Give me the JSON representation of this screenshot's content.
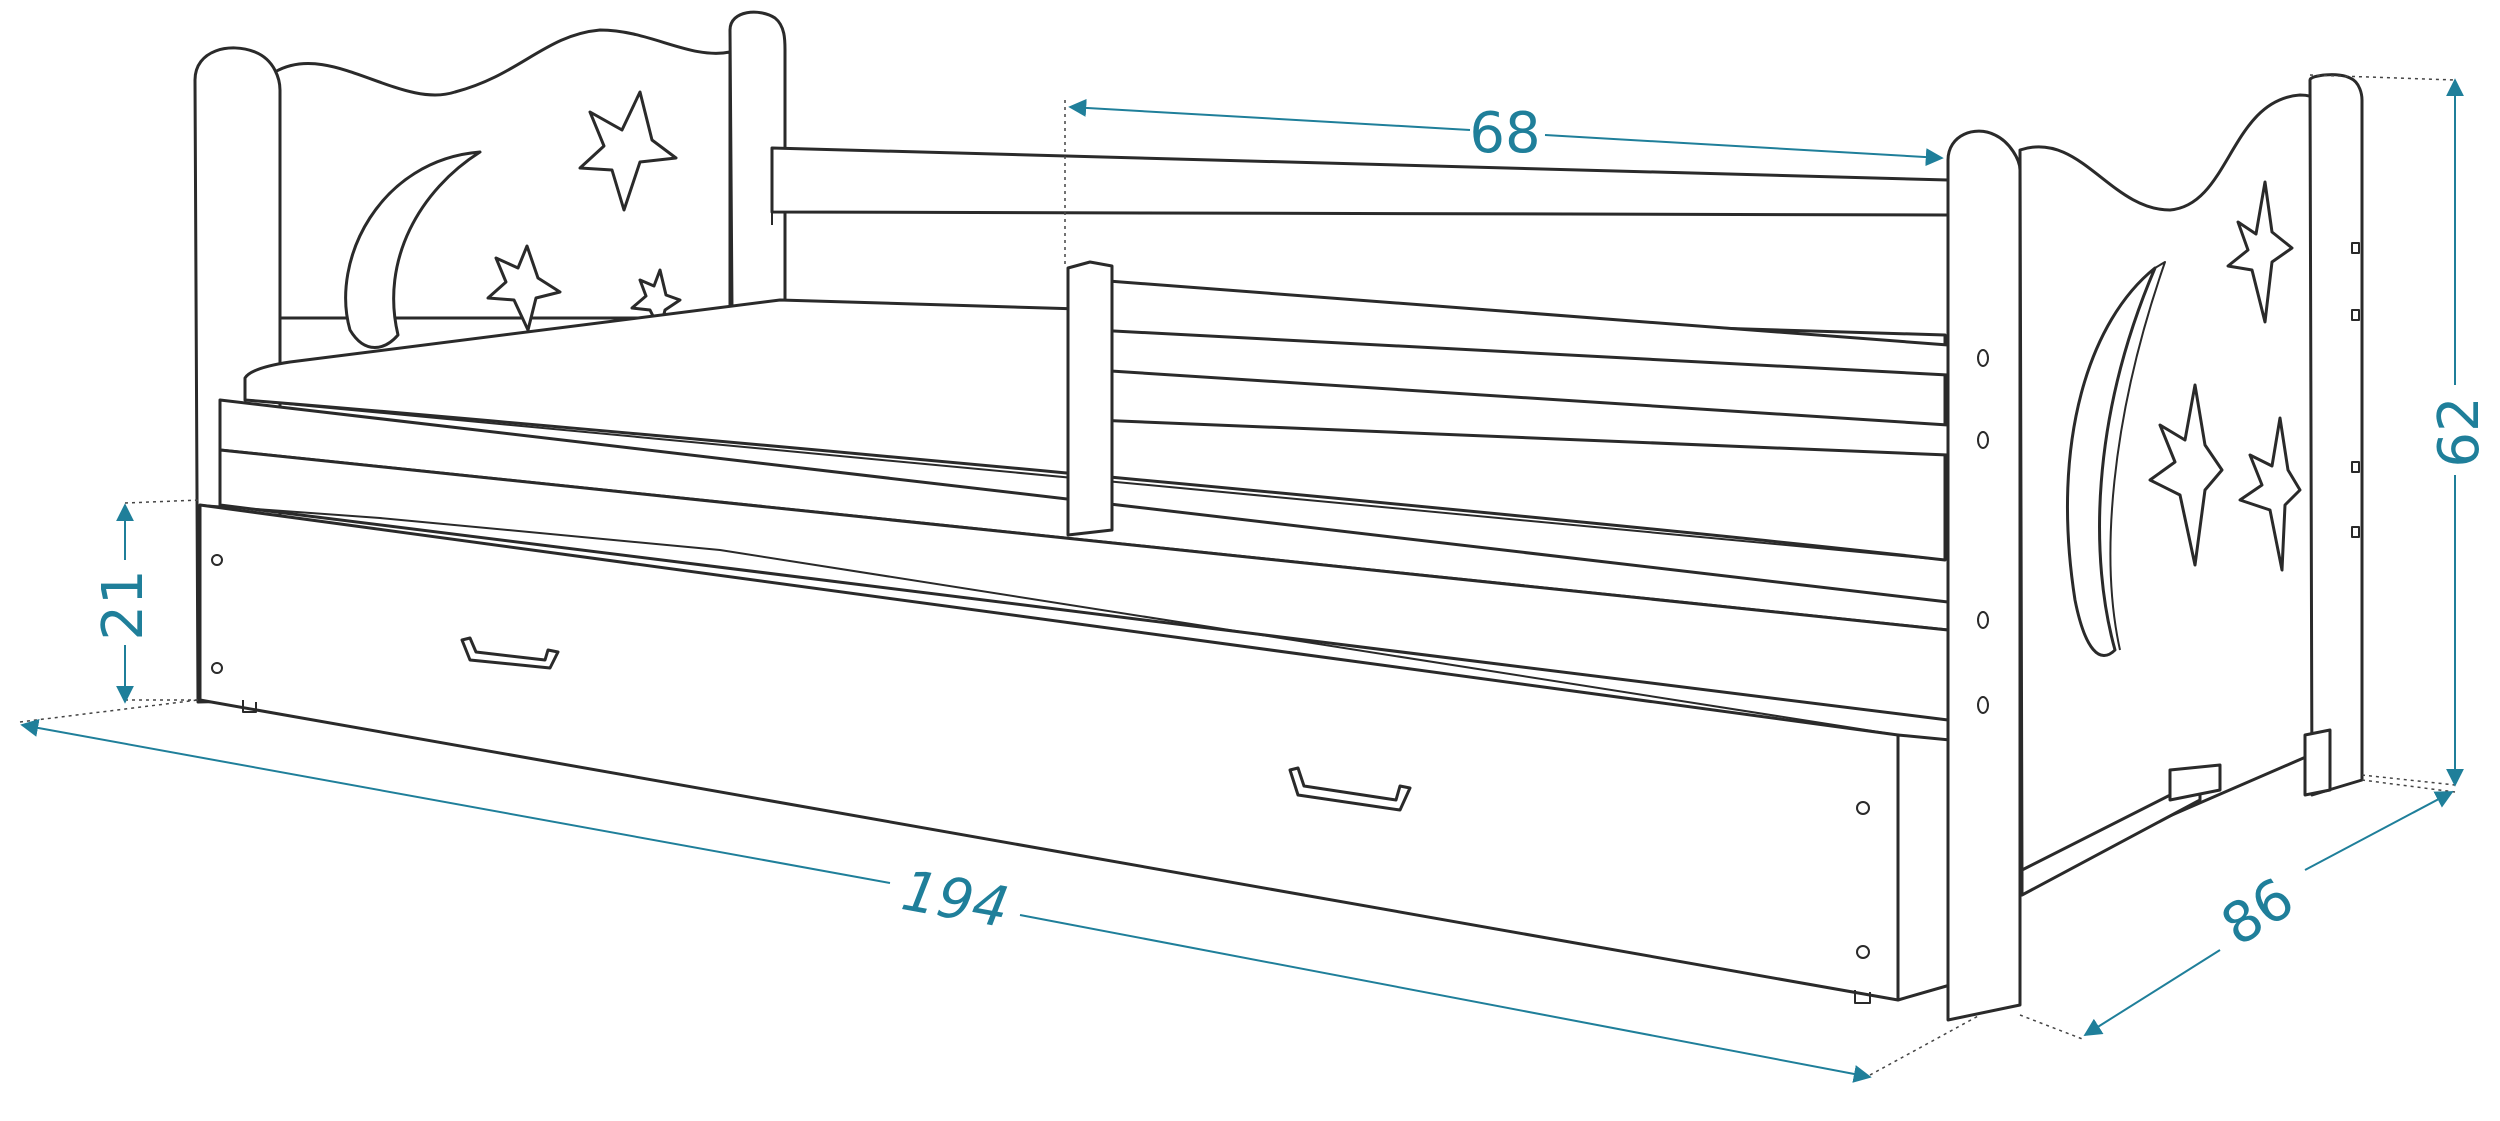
{
  "colors": {
    "dimension": "#1f7f9a",
    "outline": "#2a2a2a",
    "background": "#ffffff"
  },
  "dimensions": {
    "top_rail_length": "68",
    "total_height": "62",
    "drawer_height": "21",
    "total_length": "194",
    "total_depth": "86"
  }
}
